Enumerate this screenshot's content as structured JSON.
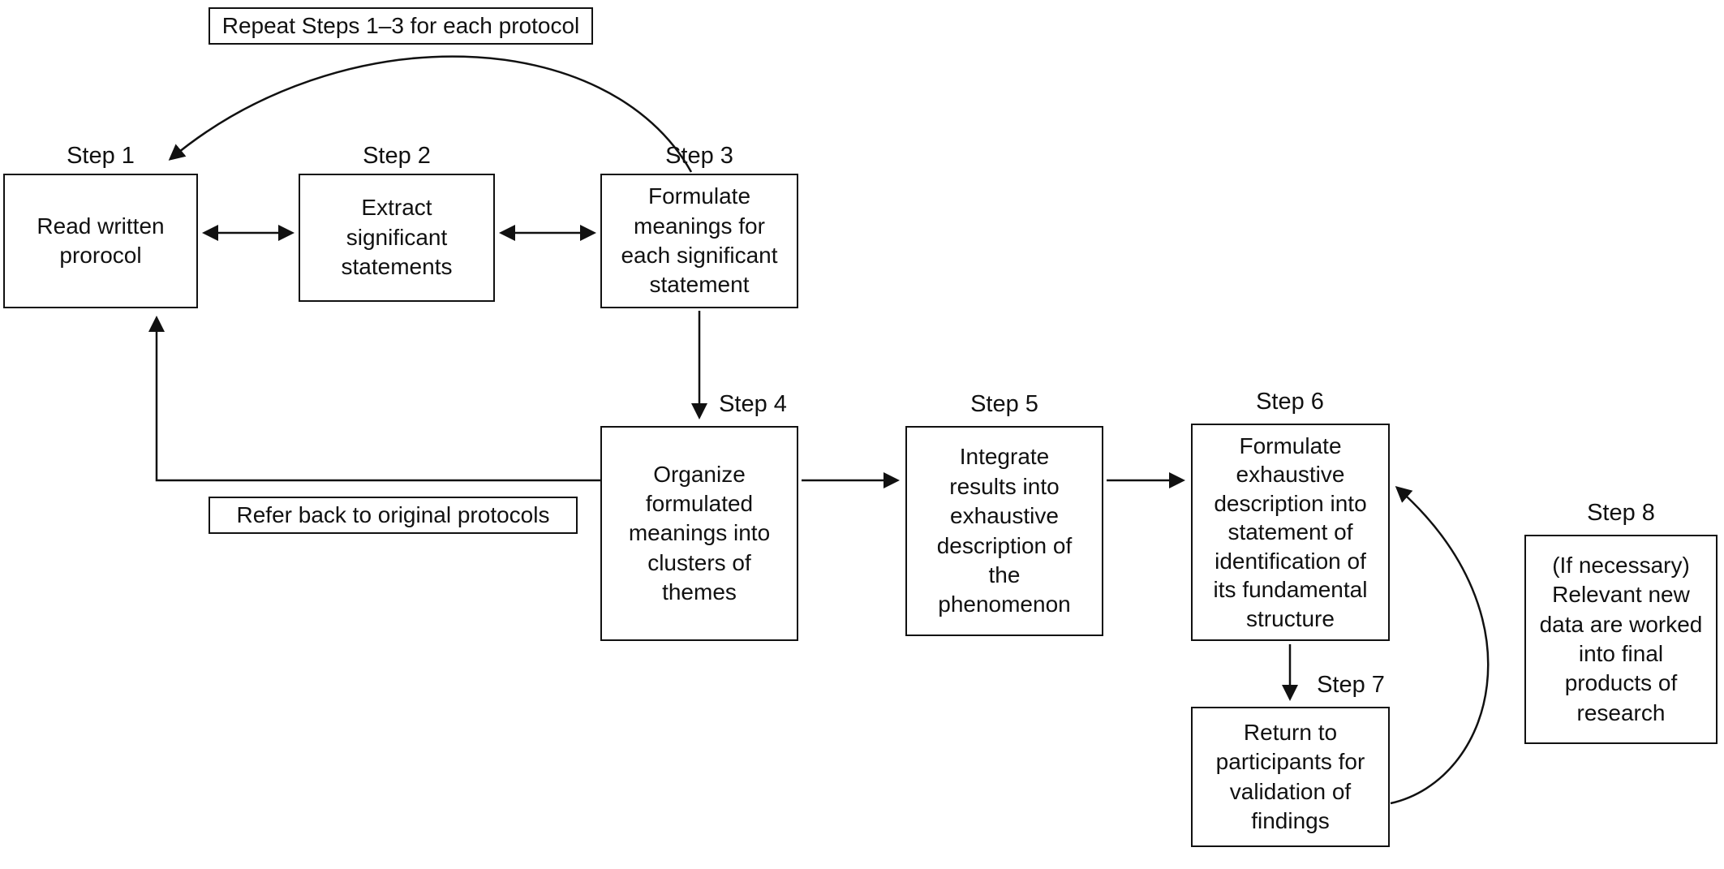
{
  "diagram": {
    "annotations": {
      "repeat_note": "Repeat Steps 1–3 for each protocol",
      "refer_note": "Refer back to original protocols"
    },
    "steps": [
      {
        "label": "Step 1",
        "text": "Read written\nprorocol"
      },
      {
        "label": "Step 2",
        "text": "Extract\nsignificant\nstatements"
      },
      {
        "label": "Step 3",
        "text": "Formulate\nmeanings for\neach significant\nstatement"
      },
      {
        "label": "Step 4",
        "text": "Organize\nformulated\nmeanings into\nclusters of\nthemes"
      },
      {
        "label": "Step 5",
        "text": "Integrate\nresults into\nexhaustive\ndescription of\nthe\nphenomenon"
      },
      {
        "label": "Step 6",
        "text": "Formulate\nexhaustive\ndescription into\nstatement of\nidentification of\nits fundamental\nstructure"
      },
      {
        "label": "Step 7",
        "text": "Return to\nparticipants for\nvalidation of\nfindings"
      },
      {
        "label": "Step 8",
        "text": "(If necessary)\nRelevant new\ndata are worked\ninto final\nproducts of\nresearch"
      }
    ],
    "colors": {
      "line": "#111111",
      "box_border": "#111111",
      "background": "#ffffff"
    }
  }
}
